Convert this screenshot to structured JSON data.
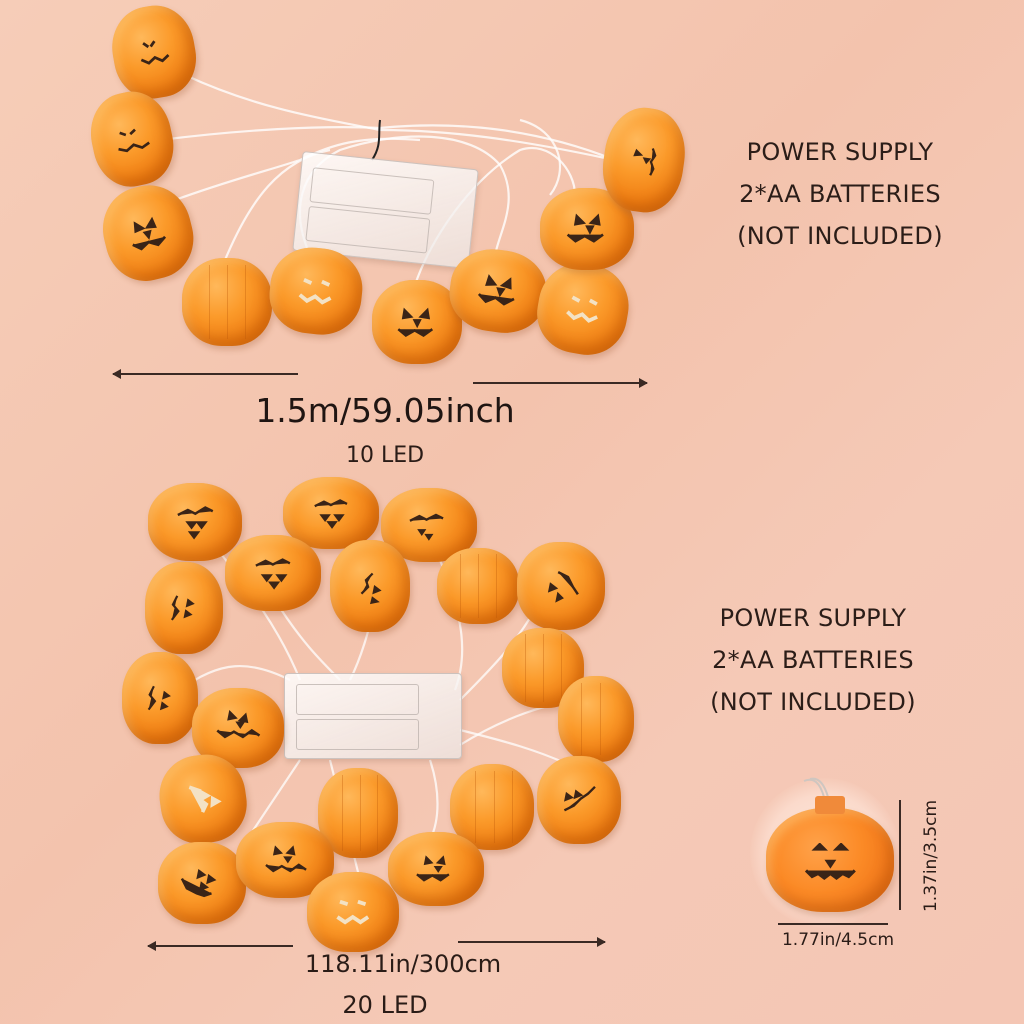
{
  "top_product": {
    "power_supply": {
      "line1": "POWER SUPPLY",
      "line2": "2*AA BATTERIES",
      "line3": "(NOT INCLUDED)"
    },
    "length_label": "1.5m/59.05inch",
    "led_count_label": "10 LED",
    "pumpkin_count": 10
  },
  "bottom_product": {
    "power_supply": {
      "line1": "POWER SUPPLY",
      "line2": "2*AA BATTERIES",
      "line3": "(NOT INCLUDED)"
    },
    "length_label": "118.11in/300cm",
    "led_count_label": "20 LED",
    "pumpkin_count": 20
  },
  "single_pumpkin": {
    "width_label": "1.77in/4.5cm",
    "height_label": "1.37in/3.5cm"
  },
  "colors": {
    "background": "#f5c8b4",
    "pumpkin_orange": "#f28a1c",
    "text": "#2a1c17"
  }
}
